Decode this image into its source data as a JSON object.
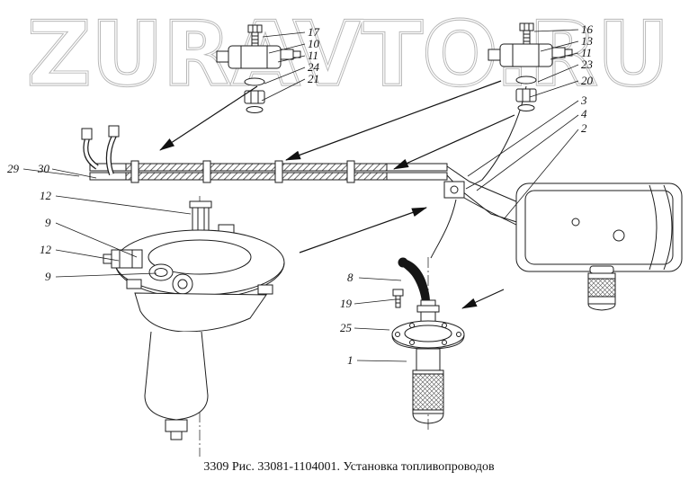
{
  "colors": {
    "ink": "#1e1e1e",
    "watermark": "#b5b5b5",
    "background": "#ffffff"
  },
  "watermark": {
    "text": "ZURAVTO.RU"
  },
  "caption": "3309 Рис. 33081-1104001. Установка топливопроводов",
  "callouts": [
    {
      "label": "17"
    },
    {
      "label": "10"
    },
    {
      "label": "11"
    },
    {
      "label": "24"
    },
    {
      "label": "21"
    },
    {
      "label": "16"
    },
    {
      "label": "13"
    },
    {
      "label": "11"
    },
    {
      "label": "23"
    },
    {
      "label": "20"
    },
    {
      "label": "3"
    },
    {
      "label": "4"
    },
    {
      "label": "2"
    },
    {
      "label": "29"
    },
    {
      "label": "30"
    },
    {
      "label": "12"
    },
    {
      "label": "9"
    },
    {
      "label": "12"
    },
    {
      "label": "9"
    },
    {
      "label": "8"
    },
    {
      "label": "19"
    },
    {
      "label": "25"
    },
    {
      "label": "1"
    }
  ]
}
